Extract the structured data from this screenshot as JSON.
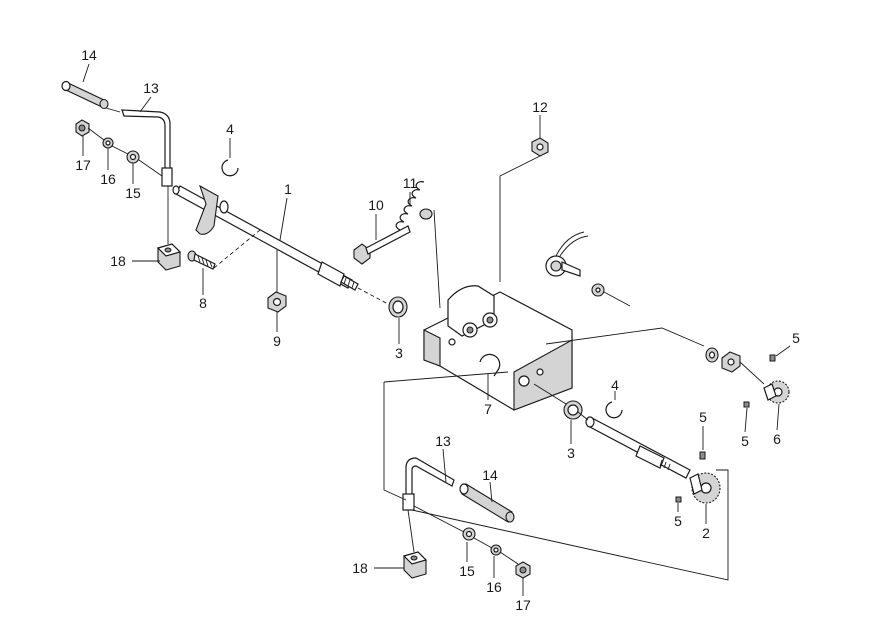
{
  "callouts": {
    "c14a": "14",
    "c13a": "13",
    "c17a": "17",
    "c16a": "16",
    "c15a": "15",
    "c4a": "4",
    "c1": "1",
    "c18a": "18",
    "c8": "8",
    "c9": "9",
    "c10": "10",
    "c11": "11",
    "c12": "12",
    "c3a": "3",
    "c7": "7",
    "c5a": "5",
    "c5b": "5",
    "c6": "6",
    "c4b": "4",
    "c3b": "3",
    "c5c": "5",
    "c5d": "5",
    "c2": "2",
    "c13b": "13",
    "c14b": "14",
    "c18b": "18",
    "c15b": "15",
    "c16b": "16",
    "c17b": "17"
  }
}
